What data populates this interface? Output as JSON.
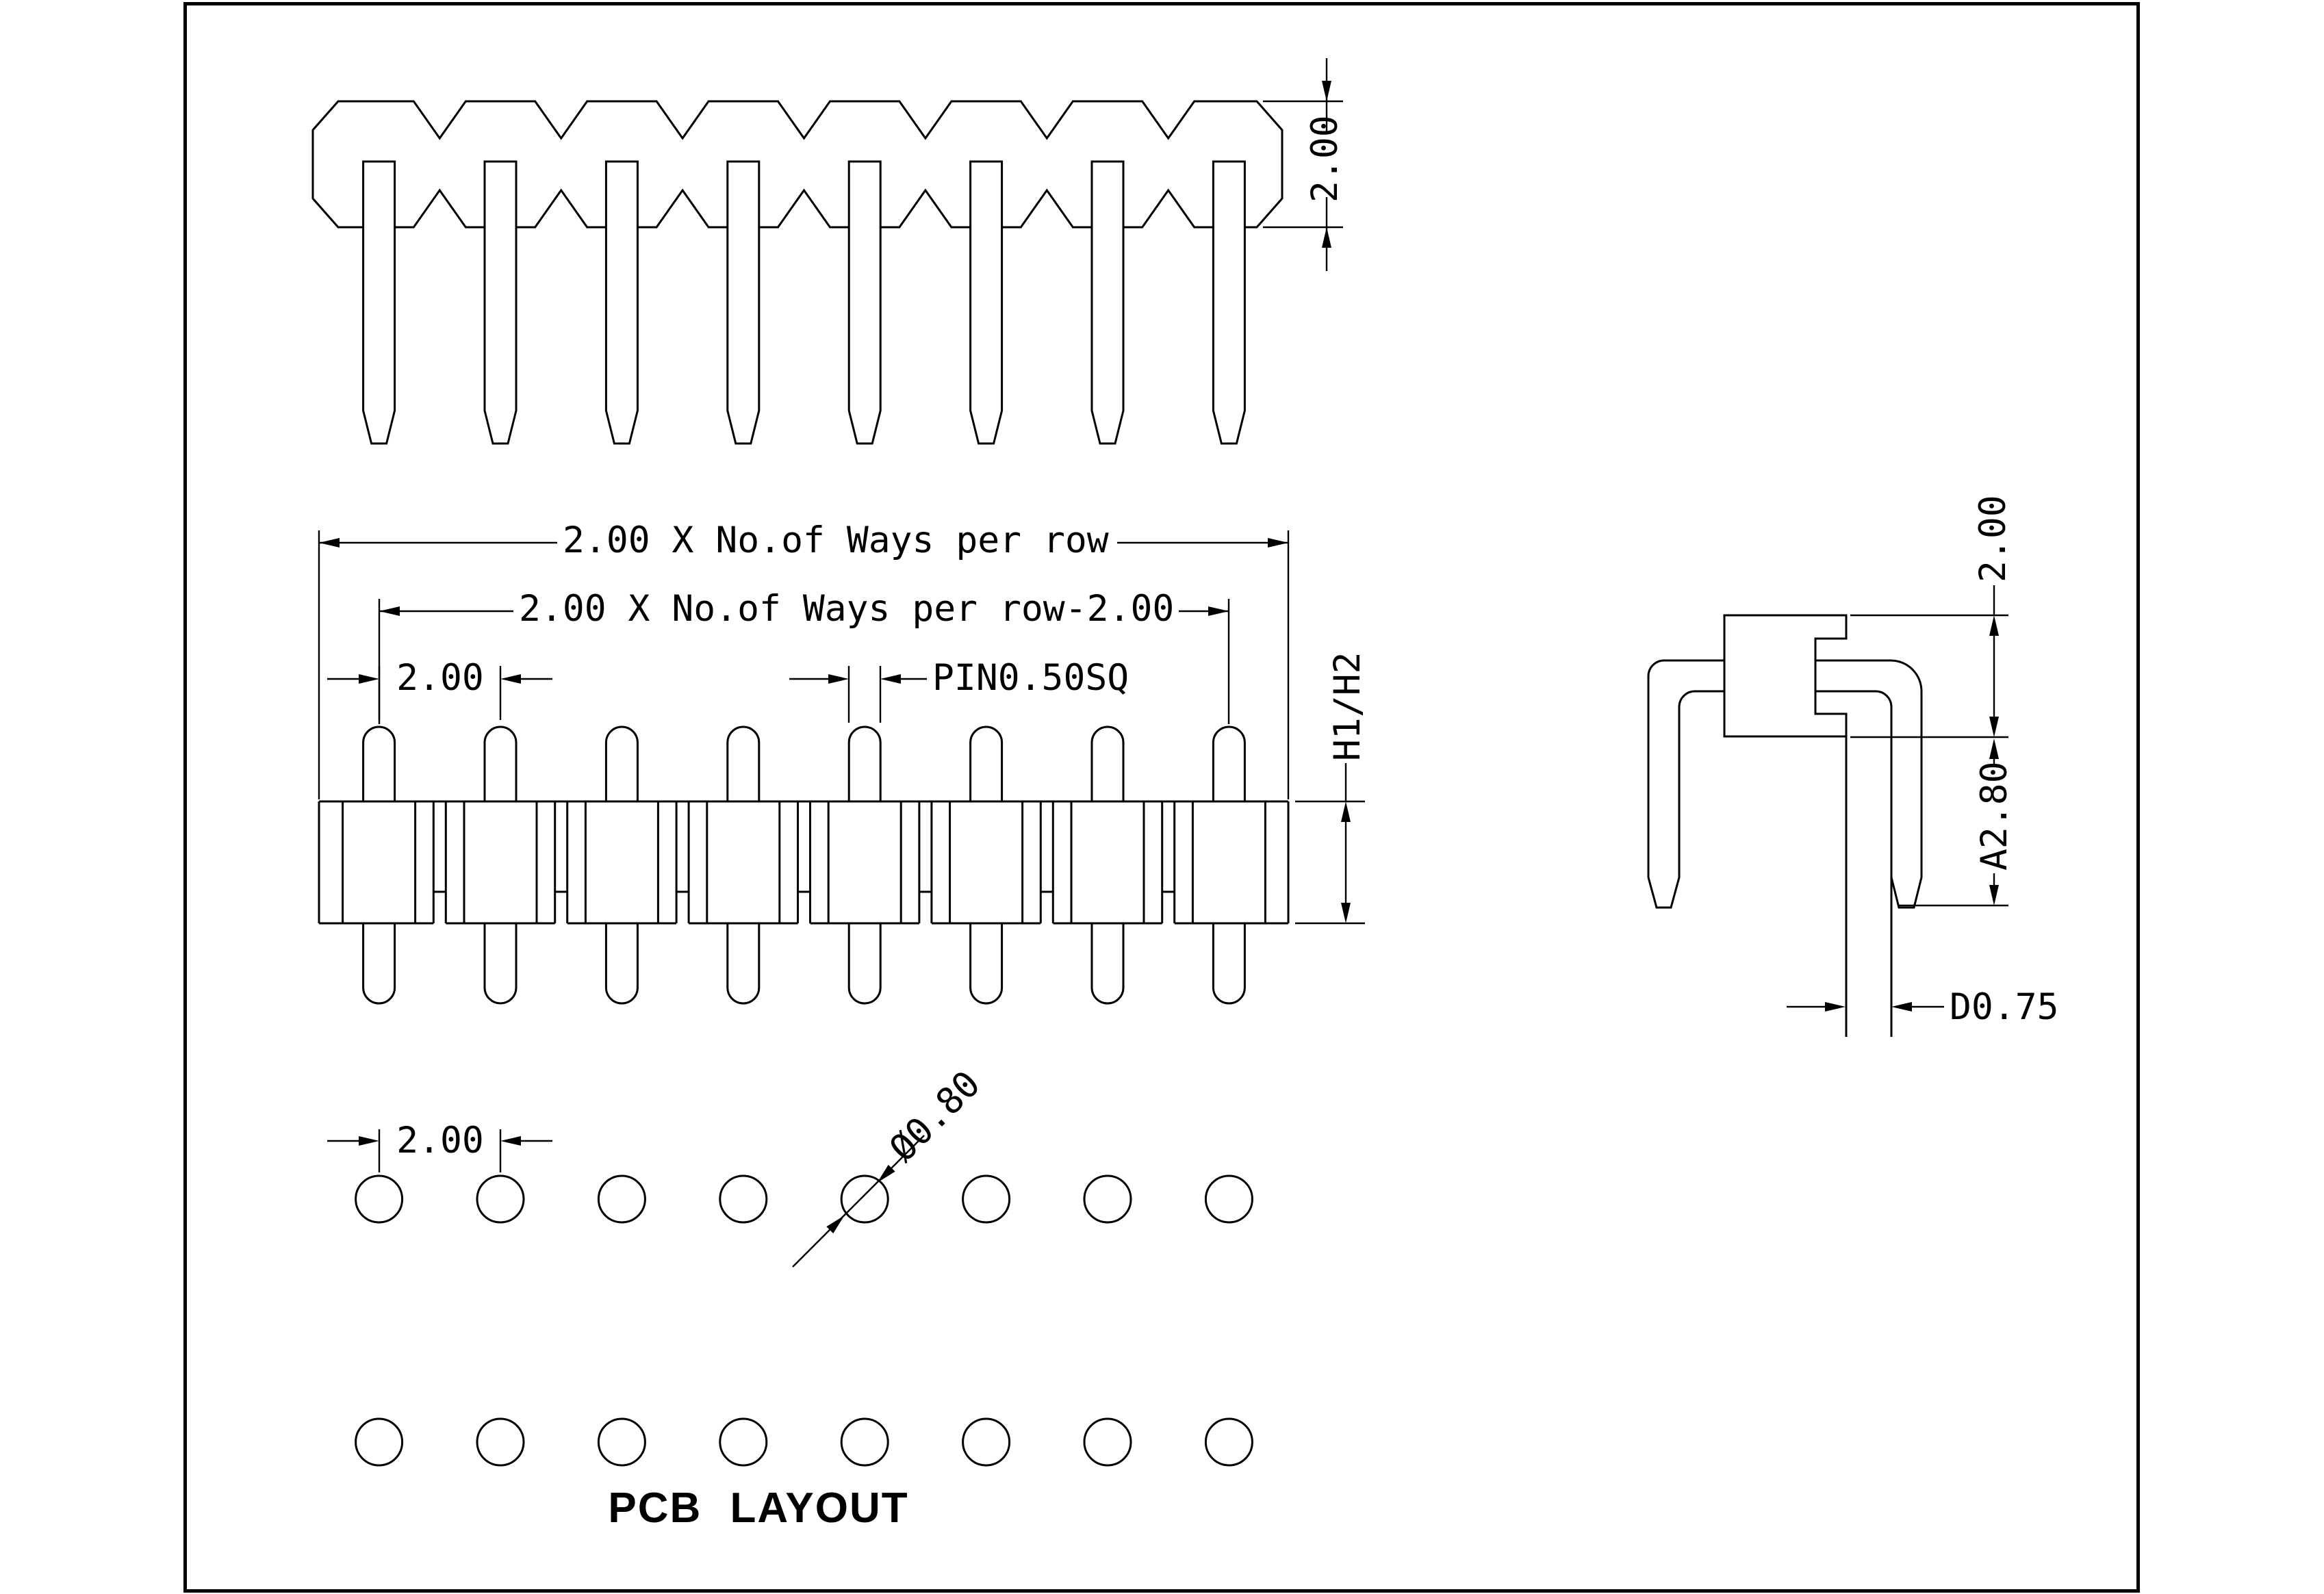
{
  "views": {
    "top": {
      "dim_height": "2.00"
    },
    "front": {
      "dim_total": "2.00 X No.of Ways per row",
      "dim_span": "2.00 X No.of Ways per row-2.00",
      "dim_pitch": "2.00",
      "dim_pin": "PIN0.50SQ",
      "dim_height": "H1/H2",
      "ways_per_row": 8
    },
    "side": {
      "dim_body": "2.00",
      "dim_tail": "A2.80",
      "dim_dia": "D0.75"
    },
    "pcb": {
      "title": "PCB LAYOUT",
      "dim_pitch": "2.00",
      "dim_hole": "Ø0.80",
      "rows": 2,
      "holes_per_row": 8
    }
  }
}
